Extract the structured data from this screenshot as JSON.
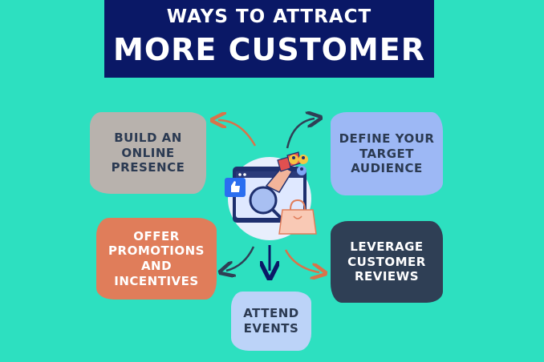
{
  "title": {
    "line1": "WAYS TO ATTRACT",
    "line2": "MORE CUSTOMER"
  },
  "cards": {
    "online": "BUILD AN\nONLINE\nPRESENCE",
    "target": "DEFINE YOUR\nTARGET\nAUDIENCE",
    "promo": "OFFER\nPROMOTIONS\nAND\nINCENTIVES",
    "reviews": "LEVERAGE\nCUSTOMER\nREVIEWS",
    "events": "ATTEND\nEVENTS"
  },
  "colors": {
    "background": "#2de0c0",
    "title_bg": "#0a1866",
    "online": "#b8b2ad",
    "target": "#9db8f5",
    "promo": "#e07d5a",
    "reviews": "#2f3f55",
    "events": "#bcd3f8",
    "arrow_orange": "#d9734a",
    "arrow_dark": "#2f3f55",
    "arrow_navy": "#0a1866"
  },
  "icons": {
    "center": "magnet-attracting-customers-illustration",
    "thumbs_up": "thumbs-up-icon",
    "shopping_bag": "shopping-bag-icon",
    "people": "person-icons"
  }
}
